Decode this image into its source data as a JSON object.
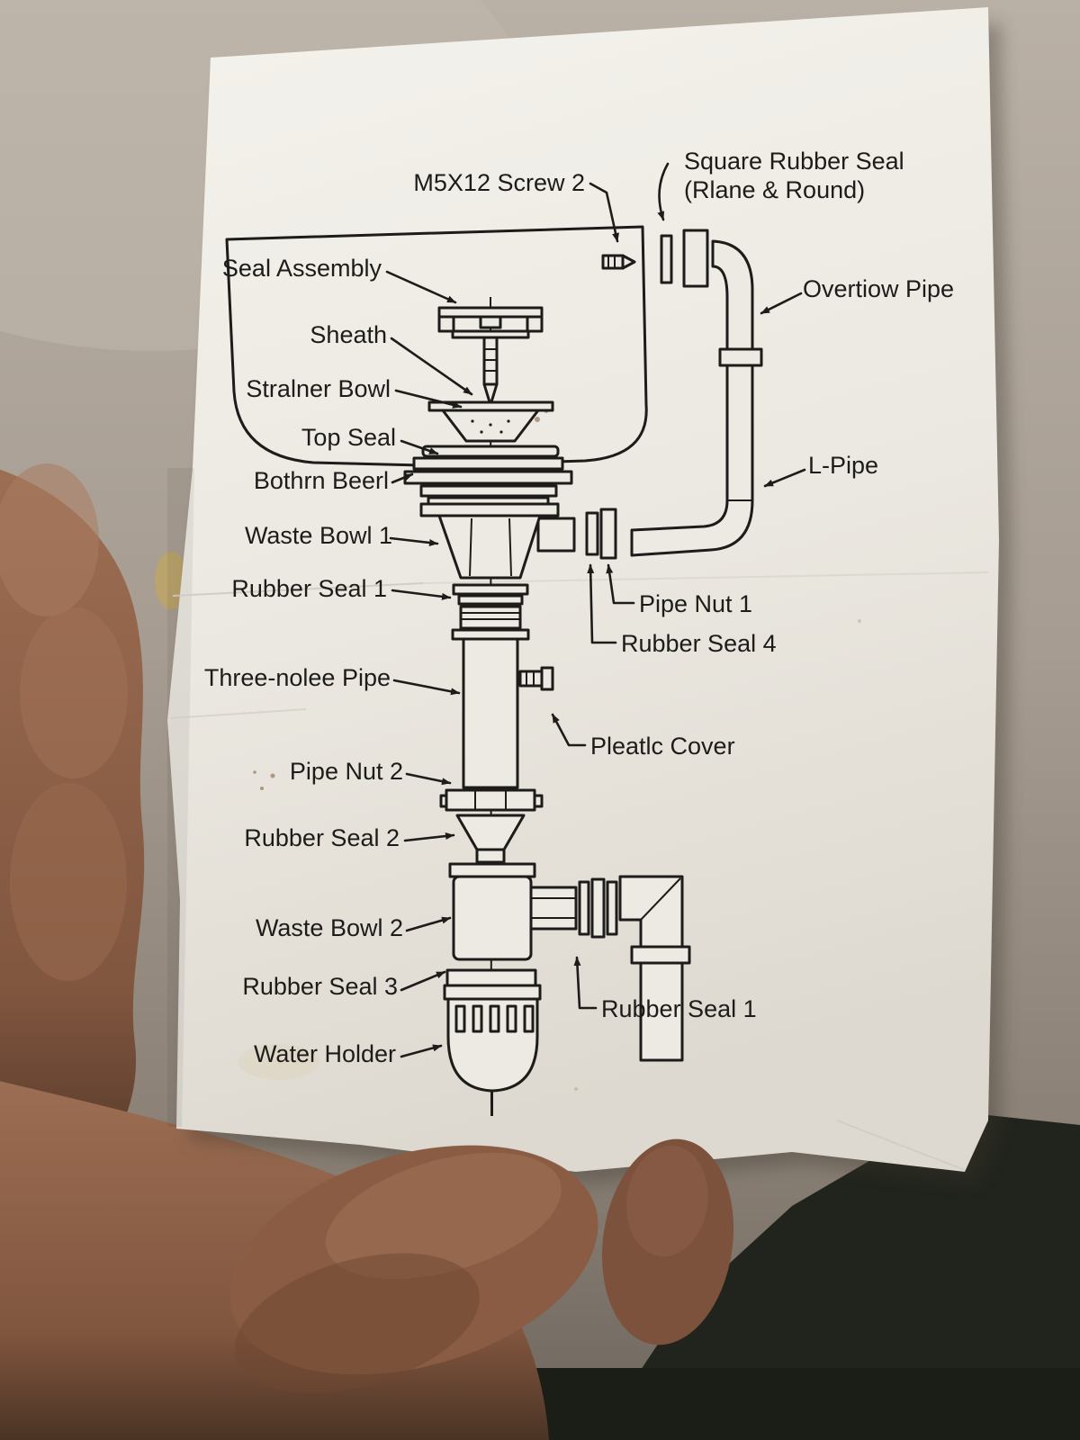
{
  "diagram": {
    "labels": {
      "m5x12_screw": "M5X12 Screw 2",
      "square_rubber_seal_line1": "Square Rubber Seal",
      "square_rubber_seal_line2": "(Rlane & Round)",
      "seal_assembly": "Seal Assembly",
      "sheath": "Sheath",
      "strainer_bowl": "Stralner Bowl",
      "top_seal": "Top Seal",
      "bottom_bezel": "Bothrn Beerl",
      "waste_bowl_1": "Waste Bowl 1",
      "rubber_seal_1": "Rubber Seal 1",
      "overflow_pipe": "Overtiow Pipe",
      "l_pipe": "L-Pipe",
      "pipe_nut_1": "Pipe Nut 1",
      "rubber_seal_4": "Rubber Seal 4",
      "three_hole_pipe": "Three-nolee Pipe",
      "plastic_cover": "Pleatlc Cover",
      "pipe_nut_2": "Pipe Nut 2",
      "rubber_seal_2": "Rubber Seal 2",
      "waste_bowl_2": "Waste Bowl 2",
      "rubber_seal_3": "Rubber Seal 3",
      "rubber_seal_1_lower": "Rubber Seal 1",
      "water_holder": "Water Holder"
    },
    "colors": {
      "ink": "#1d1c1a",
      "paper": "#edeae3",
      "background": "#a89f94",
      "skin": "#8a5d45",
      "dark_shadow": "#20231d"
    }
  }
}
